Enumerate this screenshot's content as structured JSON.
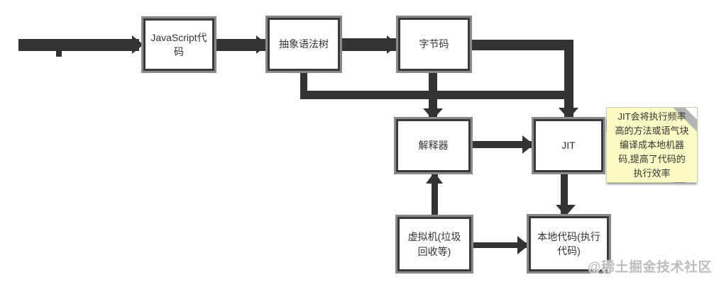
{
  "diagram": {
    "background": "#ffffff",
    "stroke_color": "#333333",
    "node_fill": "#ffffff",
    "node_border": "#3a3a3a",
    "node_outline": "#8a8a8a",
    "nodes": [
      {
        "id": "javascript-code",
        "label": "JavaScript代码",
        "lines": [
          "JavaScript代",
          "码"
        ]
      },
      {
        "id": "ast",
        "label": "抽象语法树",
        "lines": [
          "抽象语法树"
        ]
      },
      {
        "id": "bytecode",
        "label": "字节码",
        "lines": [
          "字节码"
        ]
      },
      {
        "id": "interpreter",
        "label": "解释器",
        "lines": [
          "解释器"
        ]
      },
      {
        "id": "jit",
        "label": "JIT",
        "lines": [
          "JIT"
        ]
      },
      {
        "id": "vm",
        "label": "虚拟机(垃圾回收等)",
        "lines": [
          "虚拟机(垃圾",
          "回收等)"
        ]
      },
      {
        "id": "native-code",
        "label": "本地代码(执行代码)",
        "lines": [
          "本地代码(执行",
          "代码)"
        ]
      }
    ],
    "edges": [
      {
        "from": "start",
        "to": "javascript-code",
        "direction": "right"
      },
      {
        "from": "javascript-code",
        "to": "ast",
        "direction": "right"
      },
      {
        "from": "ast",
        "to": "bytecode",
        "direction": "right"
      },
      {
        "from": "bytecode",
        "to": "jit",
        "direction": "right-then-down"
      },
      {
        "from": "ast",
        "to": "jit",
        "direction": "down-right-down"
      },
      {
        "from": "bytecode",
        "to": "interpreter",
        "direction": "down"
      },
      {
        "from": "interpreter",
        "to": "jit",
        "direction": "right"
      },
      {
        "from": "vm",
        "to": "interpreter",
        "direction": "up"
      },
      {
        "from": "jit",
        "to": "native-code",
        "direction": "down"
      },
      {
        "from": "vm",
        "to": "native-code",
        "direction": "right"
      }
    ],
    "note": {
      "fill": "#fbfbc6",
      "text": "JIT会将执行频率高的方法或语气块编译成本地机器码,提高了代码的执行效率",
      "text_lines": [
        "JIT会将执行频率",
        "高的方法或语气块",
        "编译成本地机器",
        "码,提高了代码的",
        "执行效率"
      ]
    },
    "watermark": {
      "text": "@稀土掘金技术社区",
      "color": "#bdbdbd"
    }
  }
}
